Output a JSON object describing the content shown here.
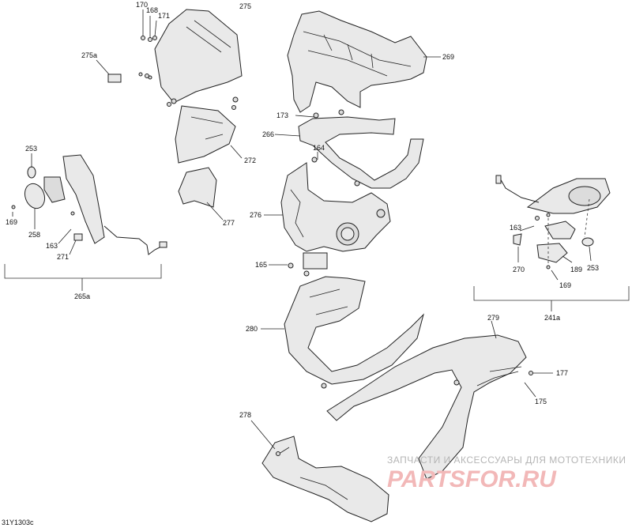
{
  "diagram": {
    "labels": {
      "p170": "170",
      "p168": "168",
      "p171": "171",
      "p275": "275",
      "p275a": "275a",
      "p269": "269",
      "p173": "173",
      "p266": "266",
      "p164": "164",
      "p272": "272",
      "p253_left": "253",
      "p169_left": "169",
      "p258": "258",
      "p163_left": "163",
      "p271": "271",
      "p265a": "265a",
      "p277": "277",
      "p276": "276",
      "p165": "165",
      "p163_right": "163",
      "p270": "270",
      "p189": "189",
      "p253_right": "253",
      "p169_right": "169",
      "p241a": "241a",
      "p279": "279",
      "p280": "280",
      "p177": "177",
      "p175": "175",
      "p278": "278"
    },
    "drawing_code": "31Y1303c",
    "watermark": {
      "line1": "ЗАПЧАСТИ И АКСЕССУАРЫ ДЛЯ МОТОТЕХНИКИ",
      "line2": "PARTSFOR.RU"
    }
  }
}
